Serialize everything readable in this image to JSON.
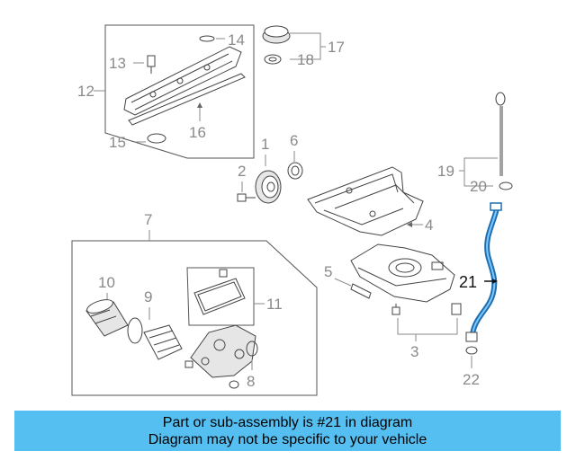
{
  "diagram": {
    "callouts": {
      "c1": "1",
      "c2": "2",
      "c3": "3",
      "c4": "4",
      "c5": "5",
      "c6": "6",
      "c7": "7",
      "c8": "8",
      "c9": "9",
      "c10": "10",
      "c11": "11",
      "c12": "12",
      "c13": "13",
      "c14": "14",
      "c15": "15",
      "c16": "16",
      "c17": "17",
      "c18": "18",
      "c19": "19",
      "c20": "20",
      "c21": "21",
      "c22": "22"
    },
    "highlight_color": "#1f6fb0"
  },
  "banner": {
    "line1": "Part or sub-assembly is #21 in diagram",
    "line2": "Diagram may not be specific to your vehicle",
    "color": "#55bff2"
  }
}
